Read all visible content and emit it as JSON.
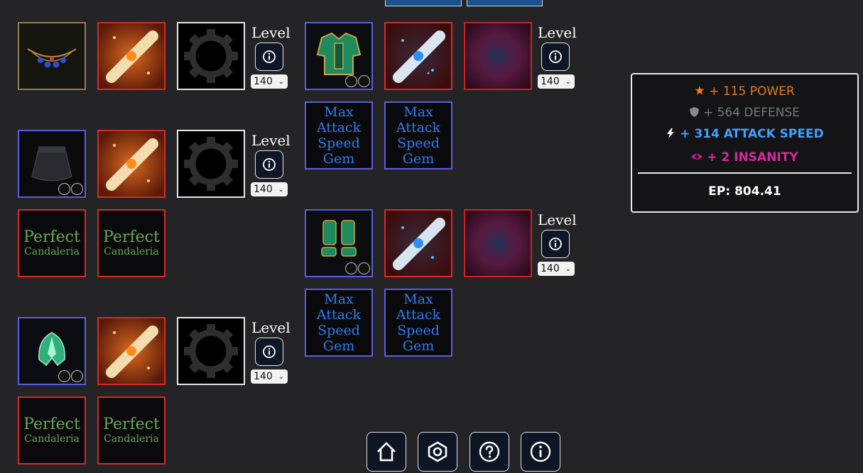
{
  "level": {
    "label": "Level",
    "value": "140",
    "options": [
      "140"
    ]
  },
  "gem_label_lines": [
    "Max",
    "Attack",
    "Speed",
    "Gem"
  ],
  "perfect": {
    "line1": "Perfect",
    "line2": "Candaleria"
  },
  "stats": {
    "power": "+ 115 POWER",
    "defense": "+ 564 DEFENSE",
    "attack_speed": "+ 314 ATTACK SPEED",
    "insanity": "+ 2 INSANITY",
    "ep": "EP: 804.41",
    "colors": {
      "power": "#e07a1e",
      "defense": "#7a7a7a",
      "attack_speed": "#3ea0ff",
      "insanity": "#d42a9e"
    }
  },
  "nav": {
    "items": [
      "home-icon",
      "settings-hexagon-icon",
      "help-icon",
      "info-icon"
    ]
  },
  "icons": {
    "info": "info-icon",
    "gear": "gear-icon"
  }
}
